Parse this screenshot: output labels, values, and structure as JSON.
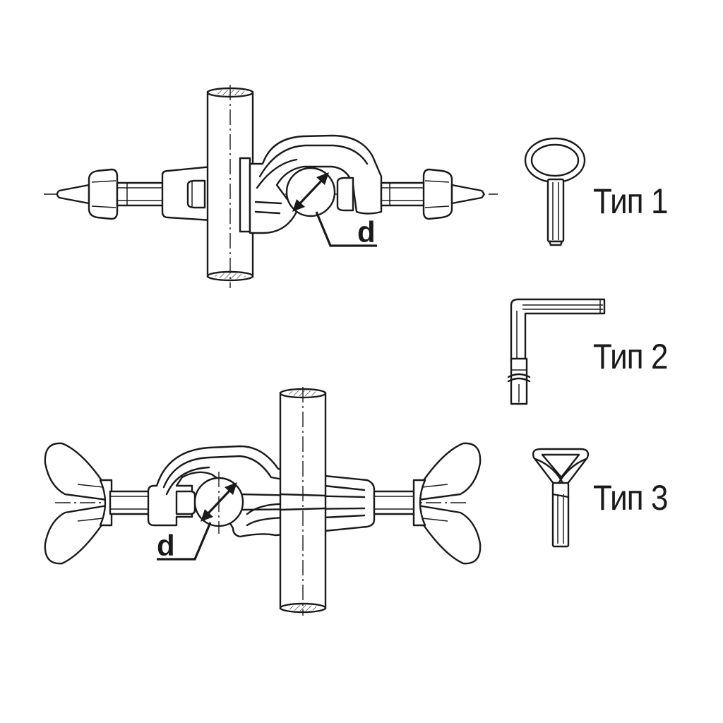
{
  "diagram": {
    "labels": {
      "dimension_top": "d",
      "dimension_bottom": "d",
      "type1": "Тип 1",
      "type2": "Тип 2",
      "type3": "Тип 3"
    },
    "stroke_color": "#1a1a1a",
    "background_color": "#ffffff"
  }
}
